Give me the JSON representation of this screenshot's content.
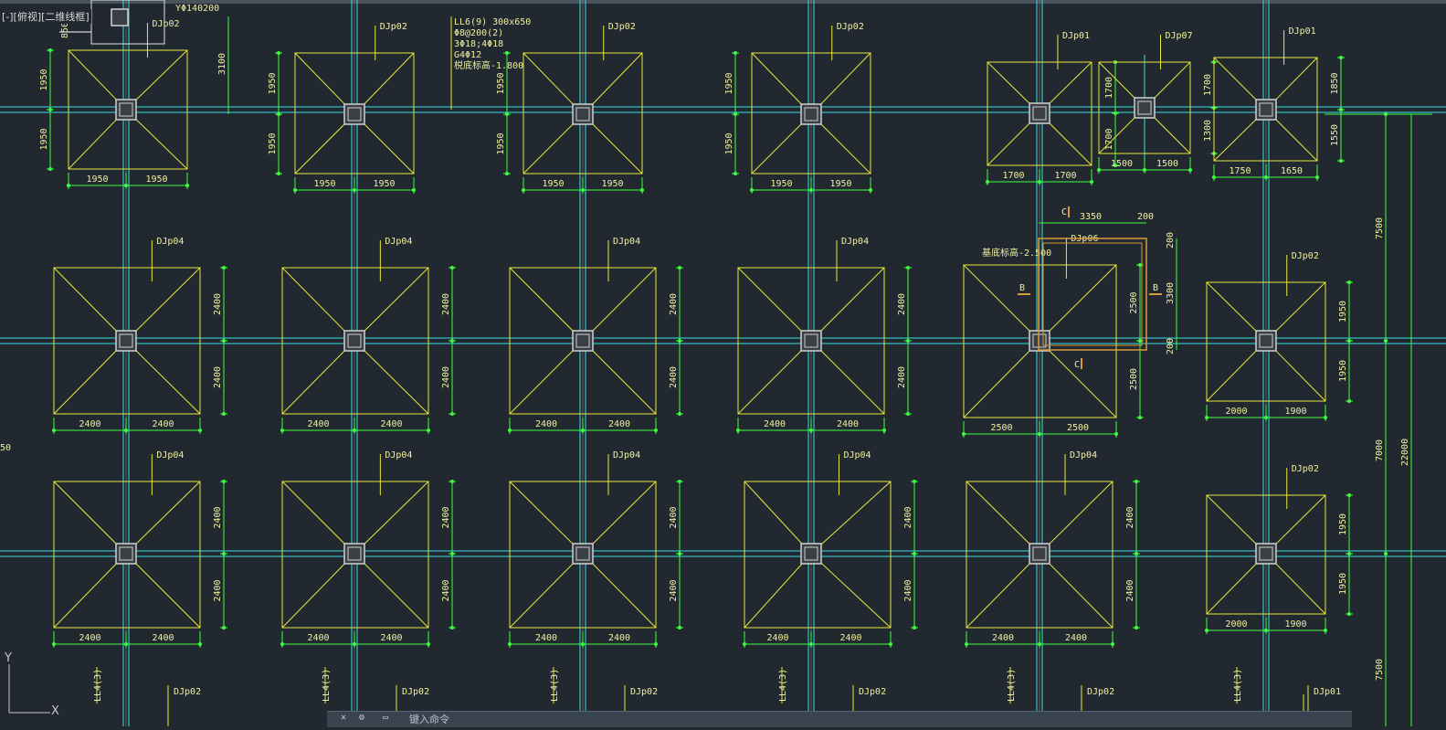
{
  "viewport": {
    "label": "[-][俯视][二维线框]"
  },
  "command_line": {
    "prompt": "键入命令",
    "close_icon": "close-icon",
    "settings_icon": "wrench-icon"
  },
  "colors": {
    "background": "#212830",
    "footing": "#e8e83a",
    "axis": "#38e0e0",
    "dimension": "#3cff3c",
    "column": "#d0d0d0",
    "pit": "#d89a3a",
    "text": "#f0f0a0"
  },
  "top_annotations": {
    "clip_text": "YΦ140200",
    "beam_label": [
      "LL6(9) 300x650",
      "Φ8@200(2)",
      "3Φ18;4Φ18",
      "G4Φ12",
      "棁底标高-1.800"
    ]
  },
  "footings": [
    {
      "name": "DJp02",
      "row": 0,
      "dims_x": [
        "1950",
        "1950"
      ],
      "dims_y": [
        "1950",
        "1950"
      ],
      "extra": "3100"
    },
    {
      "name": "DJp02",
      "row": 0,
      "dims_x": [
        "1950",
        "1950"
      ],
      "dims_y": [
        "1950",
        "1950"
      ]
    },
    {
      "name": "DJp02",
      "row": 0,
      "dims_x": [
        "1950",
        "1950"
      ],
      "dims_y": [
        "1950",
        "1950"
      ]
    },
    {
      "name": "DJp02",
      "row": 0,
      "dims_x": [
        "1950",
        "1950"
      ],
      "dims_y": [
        "1950",
        "1950"
      ]
    },
    {
      "name": "DJp01",
      "row": 0,
      "dims_x": [
        "1700",
        "1700"
      ],
      "dims_y": [
        "1700",
        "1700"
      ]
    },
    {
      "name": "DJp07",
      "row": 0,
      "dims_x": [
        "1500",
        "1500"
      ],
      "dims_y": [
        "1700",
        "1300"
      ]
    },
    {
      "name": "DJp01",
      "row": 0,
      "dims_x": [
        "1750",
        "1650"
      ],
      "dims_y": [
        "1850",
        "1550"
      ]
    },
    {
      "name": "DJp04",
      "row": 1,
      "dims_x": [
        "2400",
        "2400"
      ],
      "dims_y": [
        "2400",
        "2400"
      ]
    },
    {
      "name": "DJp04",
      "row": 1,
      "dims_x": [
        "2400",
        "2400"
      ],
      "dims_y": [
        "2400",
        "2400"
      ]
    },
    {
      "name": "DJp04",
      "row": 1,
      "dims_x": [
        "2400",
        "2400"
      ],
      "dims_y": [
        "2400",
        "2400"
      ]
    },
    {
      "name": "DJp04",
      "row": 1,
      "dims_x": [
        "2400",
        "2400"
      ],
      "dims_y": [
        "2400",
        "2400"
      ]
    },
    {
      "name": "DJp06",
      "row": 1,
      "dims_x": [
        "2500",
        "2500"
      ],
      "dims_y": [
        "2500",
        "2500"
      ],
      "note": "基底标高-2.500"
    },
    {
      "name": "DJp02",
      "row": 1,
      "dims_x": [
        "2000",
        "1900"
      ],
      "dims_y": [
        "1950",
        "1950"
      ]
    },
    {
      "name": "DJp04",
      "row": 2,
      "dims_x": [
        "2400",
        "2400"
      ],
      "dims_y": [
        "2400",
        "2400"
      ]
    },
    {
      "name": "DJp04",
      "row": 2,
      "dims_x": [
        "2400",
        "2400"
      ],
      "dims_y": [
        "2400",
        "2400"
      ]
    },
    {
      "name": "DJp04",
      "row": 2,
      "dims_x": [
        "2400",
        "2400"
      ],
      "dims_y": [
        "2400",
        "2400"
      ]
    },
    {
      "name": "DJp04",
      "row": 2,
      "dims_x": [
        "2400",
        "2400"
      ],
      "dims_y": [
        "2400",
        "2400"
      ]
    },
    {
      "name": "DJp04",
      "row": 2,
      "dims_x": [
        "2400",
        "2400"
      ],
      "dims_y": [
        "2400",
        "2400"
      ]
    },
    {
      "name": "DJp02",
      "row": 2,
      "dims_x": [
        "2000",
        "1900"
      ],
      "dims_y": [
        "1950",
        "1950"
      ]
    }
  ],
  "pit": {
    "section_c": "C",
    "section_b": "B",
    "dim_width": "3350",
    "dim_wall": "200",
    "dim_height": "3300",
    "dim_wall_top": "200",
    "dim_wall_bottom": "200"
  },
  "overall_dims": [
    "7500",
    "7000",
    "7500",
    "22000"
  ],
  "bottom_row": {
    "beam_label": "LL4(3)",
    "footing_labels": [
      "DJp02",
      "DJp02",
      "DJp02",
      "DJp02",
      "DJp02",
      "DJp01"
    ]
  },
  "left_edge_text": "50",
  "ucs": {
    "y_label": "Y",
    "x_label": "X"
  }
}
